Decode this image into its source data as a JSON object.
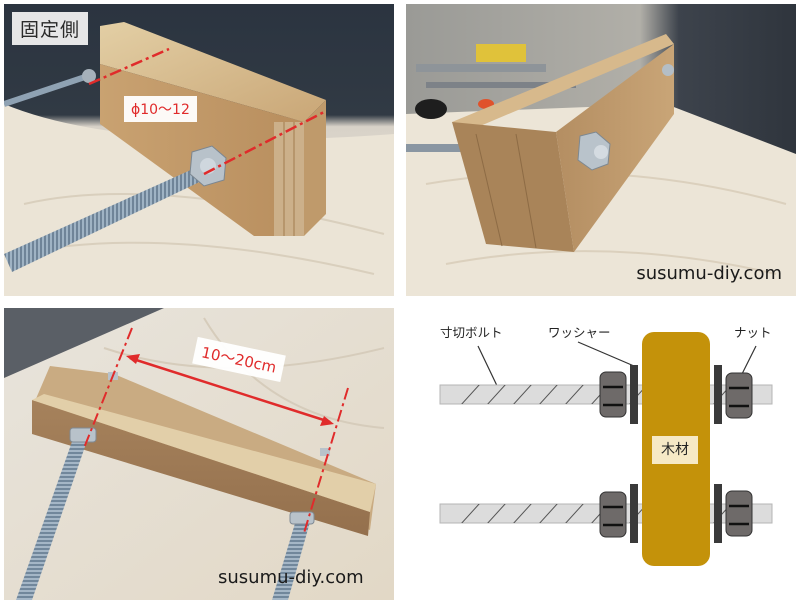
{
  "panels": {
    "fixed_side_photo": {
      "caption": "固定側",
      "dimension_label": "ϕ10〜12"
    },
    "movable_side_photo": {
      "watermark": "susumu-diy.com"
    },
    "spacing_photo": {
      "dimension_label": "10〜20cm",
      "watermark": "susumu-diy.com"
    },
    "assembly_diagram": {
      "labels": {
        "threaded_rod": "寸切ボルト",
        "washer": "ワッシャー",
        "nut": "ナット",
        "wood": "木材"
      },
      "colors": {
        "wood": "#c4920a",
        "wood_label_bg": "#f6e9c6",
        "rod": "#dcdcdc",
        "nut": "#6e6a69",
        "washer": "#3a3a3a",
        "dimension_red": "#e02b2b"
      }
    }
  }
}
